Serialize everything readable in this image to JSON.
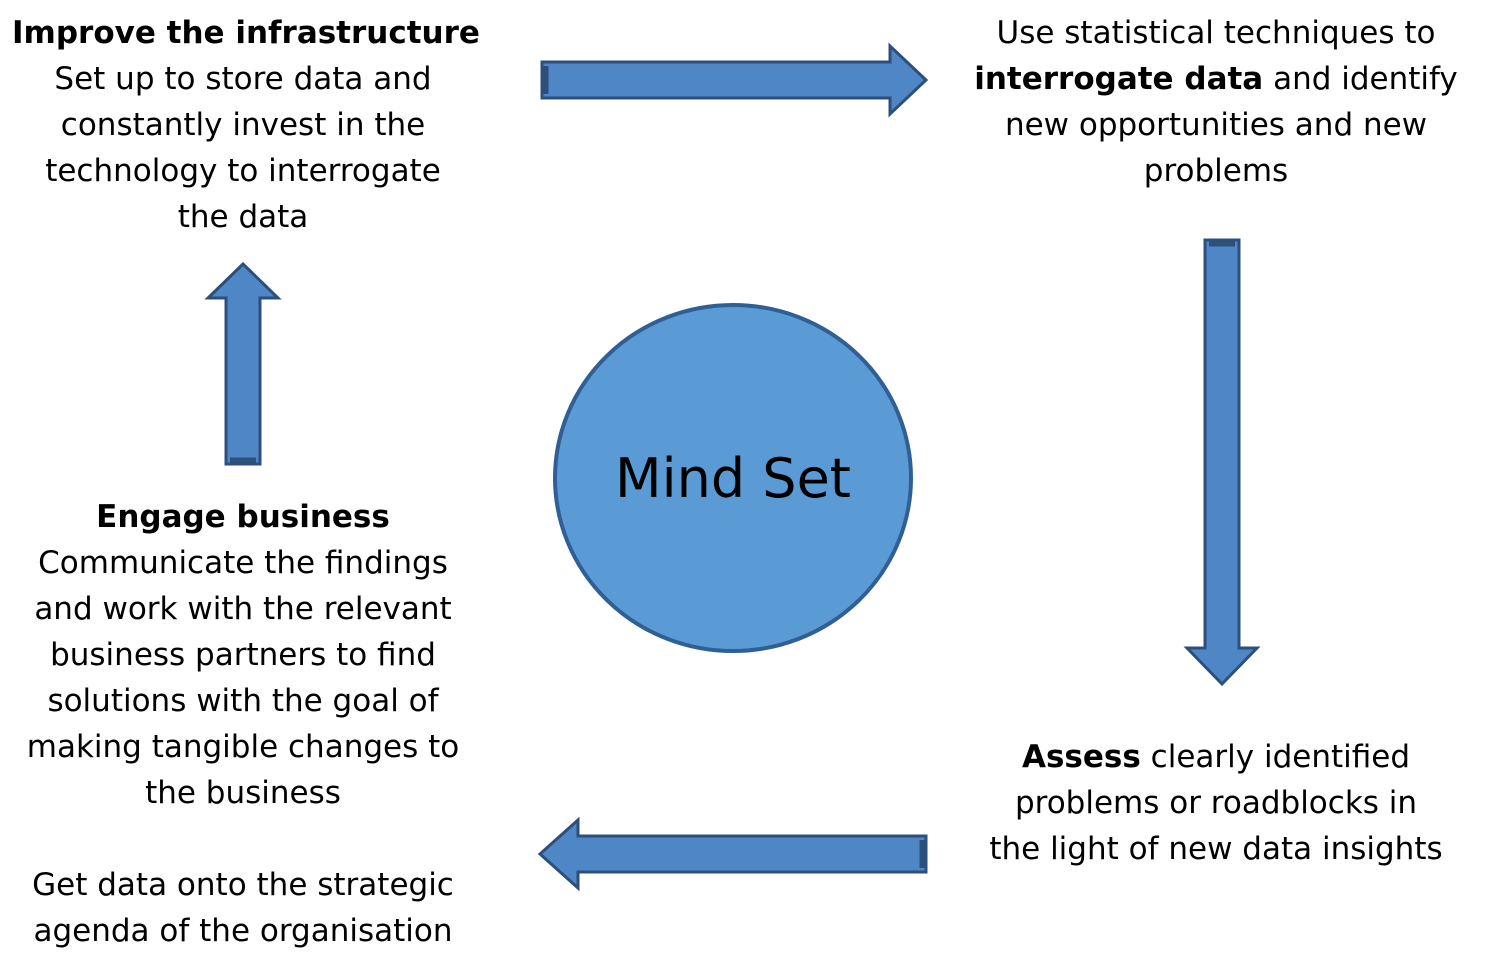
{
  "colors": {
    "arrow_fill": "#4f86c6",
    "arrow_stroke": "#2c4f7c",
    "circle_fill": "#5b9bd5",
    "circle_stroke": "#2f5f94",
    "text": "#000000"
  },
  "center": {
    "label": "Mind Set"
  },
  "improve": {
    "heading": "Improve the infrastructure",
    "line1": "Set up to store data and",
    "line2": "constantly invest in the",
    "line3": "technology to interrogate",
    "line4": "the data"
  },
  "interrogate": {
    "line1": "Use statistical techniques to",
    "line2_bold": "interrogate data",
    "line2_rest": " and identify",
    "line3": "new opportunities and new",
    "line4": "problems"
  },
  "assess": {
    "line1_bold": "Assess",
    "line1_rest": " clearly identified",
    "line2": "problems or roadblocks in",
    "line3": "the light of new data insights"
  },
  "engage": {
    "heading": "Engage business",
    "line1": "Communicate the findings",
    "line2": "and work with the relevant",
    "line3": "business partners to find",
    "line4": "solutions with the goal of",
    "line5": "making tangible changes to",
    "line6": "the business",
    "line7": "Get data onto the strategic",
    "line8": "agenda of the organisation"
  },
  "flow": [
    {
      "name": "arrow-right",
      "direction": "right"
    },
    {
      "name": "arrow-down",
      "direction": "down"
    },
    {
      "name": "arrow-left",
      "direction": "left"
    },
    {
      "name": "arrow-up",
      "direction": "up"
    }
  ]
}
